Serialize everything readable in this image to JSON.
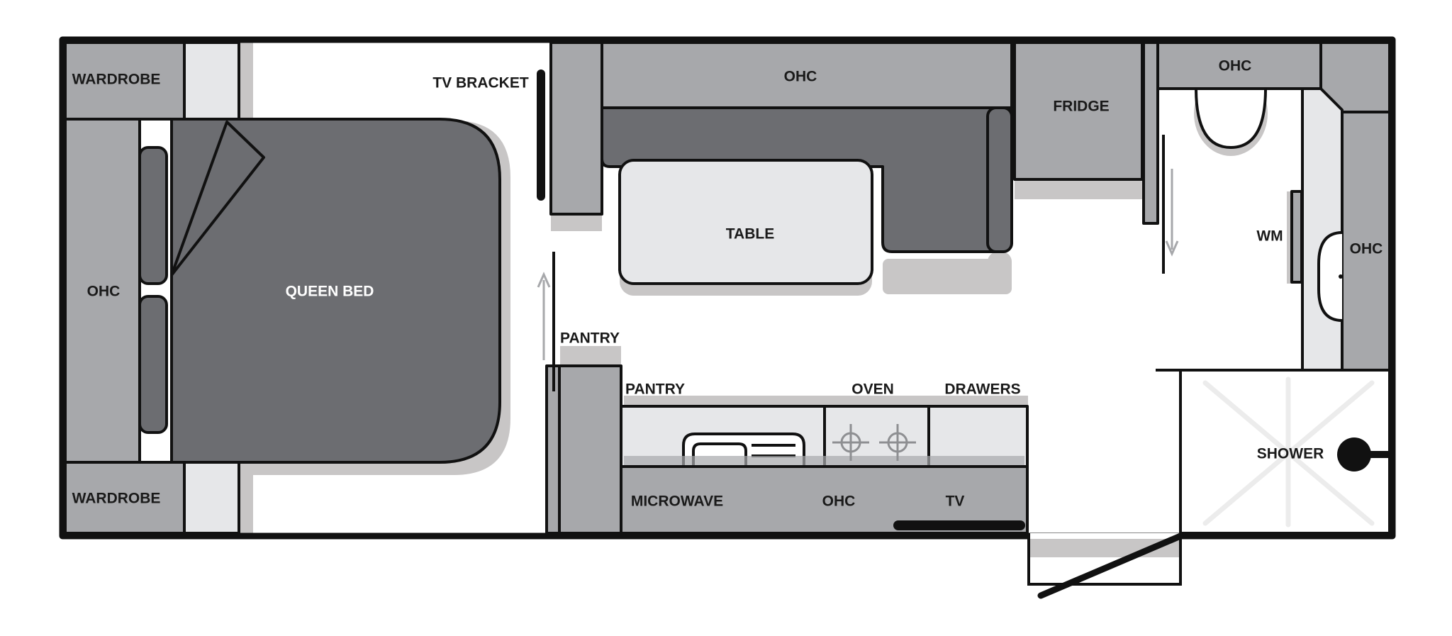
{
  "labels": {
    "wardrobe_top": "WARDROBE",
    "wardrobe_bottom": "WARDROBE",
    "ohc_bed_side": "OHC",
    "queen_bed": "QUEEN BED",
    "tv_bracket": "TV BRACKET",
    "ohc_lounge": "OHC",
    "table": "TABLE",
    "fridge": "FRIDGE",
    "ohc_bath_top": "OHC",
    "wm": "WM",
    "ohc_bath_side": "OHC",
    "pantry_upper": "PANTRY",
    "pantry_lower": "PANTRY",
    "oven": "OVEN",
    "drawers": "DRAWERS",
    "microwave": "MICROWAVE",
    "ohc_kitchen": "OHC",
    "tv": "TV",
    "shower": "SHOWER"
  },
  "colors": {
    "outline": "#111111",
    "cabinet_light": "#a7a8ab",
    "cabinet_lighter": "#e6e7e9",
    "furniture_dark": "#6c6d71",
    "shadow": "#c8c6c6",
    "floor": "#ffffff"
  }
}
